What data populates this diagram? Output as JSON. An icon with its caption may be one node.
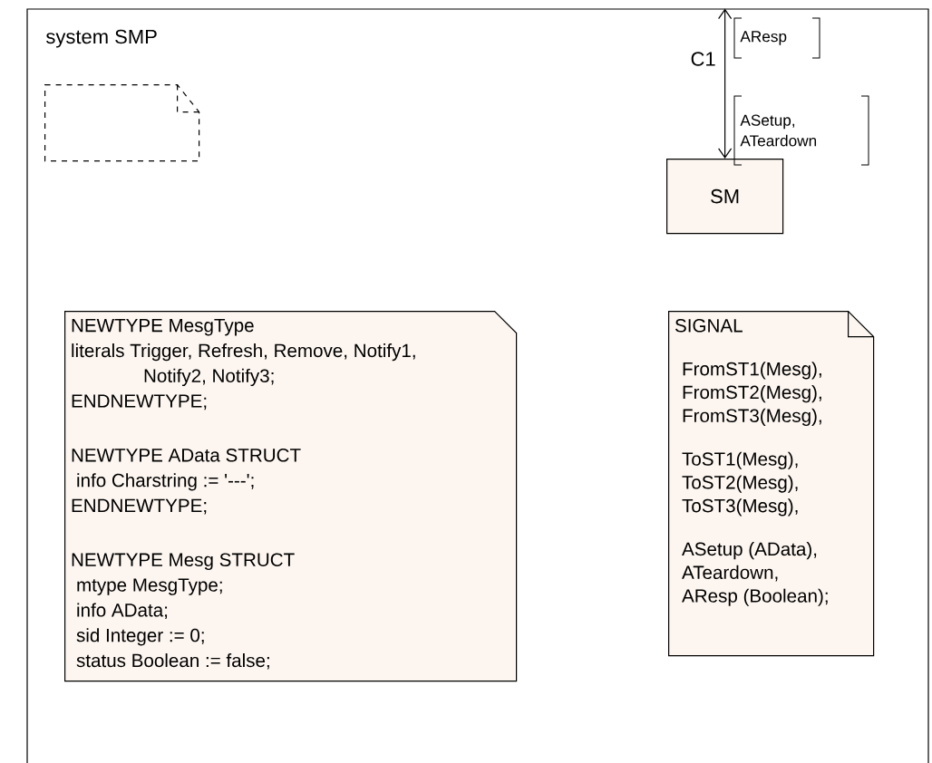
{
  "diagram": {
    "nodes": [
      {
        "text": [
          "system SMP"
        ]
      },
      {
        "text": [],
        "shape": "box",
        "in": 0
      },
      {
        "text": [
          "SM"
        ],
        "in": 0
      },
      {
        "text": [
          "NEWTYPE MesgType",
          "literals Trigger, Refresh, Remove, Notify1,",
          "Notify2, Notify3;",
          "ENDNEWTYPE;",
          "NEWTYPE AData STRUCT",
          "info Charstring := '---';",
          "ENDNEWTYPE;",
          "NEWTYPE Mesg STRUCT",
          "mtype MesgType;",
          "info AData;",
          "sid Integer := 0;",
          "status Boolean := false;"
        ],
        "in": 0
      },
      {
        "text": [
          "SIGNAL",
          "FromST1(Mesg),",
          "FromST2(Mesg),",
          "FromST3(Mesg),",
          "ToST1(Mesg),",
          "ToST2(Mesg),",
          "ToST3(Mesg),",
          "ASetup (AData),",
          "ATeardown,",
          "AResp (Boolean);"
        ],
        "in": 0
      }
    ],
    "edges": [
      {
        "from": 0,
        "to": 2,
        "arrow": "both",
        "label": "C1"
      }
    ],
    "labels": [
      "AResp",
      "ASetup, ATeardown"
    ]
  }
}
